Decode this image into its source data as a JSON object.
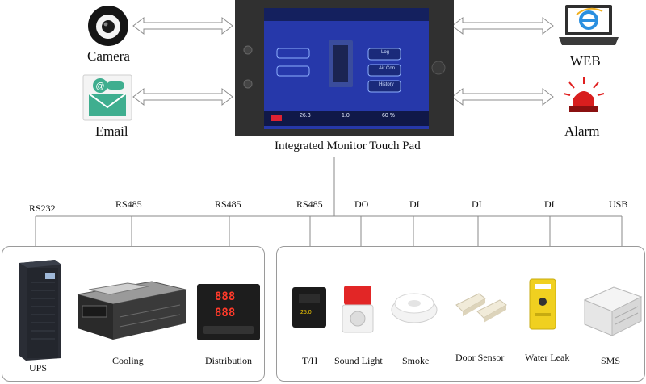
{
  "top": {
    "camera": "Camera",
    "email": "Email",
    "web": "WEB",
    "alarm": "Alarm",
    "touchpad": "Integrated Monitor Touch Pad"
  },
  "screen_bar": [
    "26.3",
    "1.0",
    "60 %"
  ],
  "screen_buttons": [
    "Log",
    "Air Con",
    "History"
  ],
  "protocols": [
    "RS232",
    "RS485",
    "RS485",
    "RS485",
    "DO",
    "DI",
    "DI",
    "DI",
    "USB"
  ],
  "devices_left": [
    "UPS",
    "Cooling",
    "Distribution"
  ],
  "devices_right": [
    "T/H",
    "Sound Light",
    "Smoke",
    "Door Sensor",
    "Water Leak",
    "SMS"
  ],
  "controller_digits": [
    "888",
    "888"
  ],
  "th_display": "25.0",
  "icons": [
    "camera-icon",
    "email-icon",
    "web-laptop-icon",
    "alarm-siren-icon"
  ],
  "colors": {
    "screen_blue": "#2a3fbf",
    "alarm_red": "#d81e1e",
    "email_green": "#3fae8f",
    "leak_yellow": "#f0d020"
  }
}
